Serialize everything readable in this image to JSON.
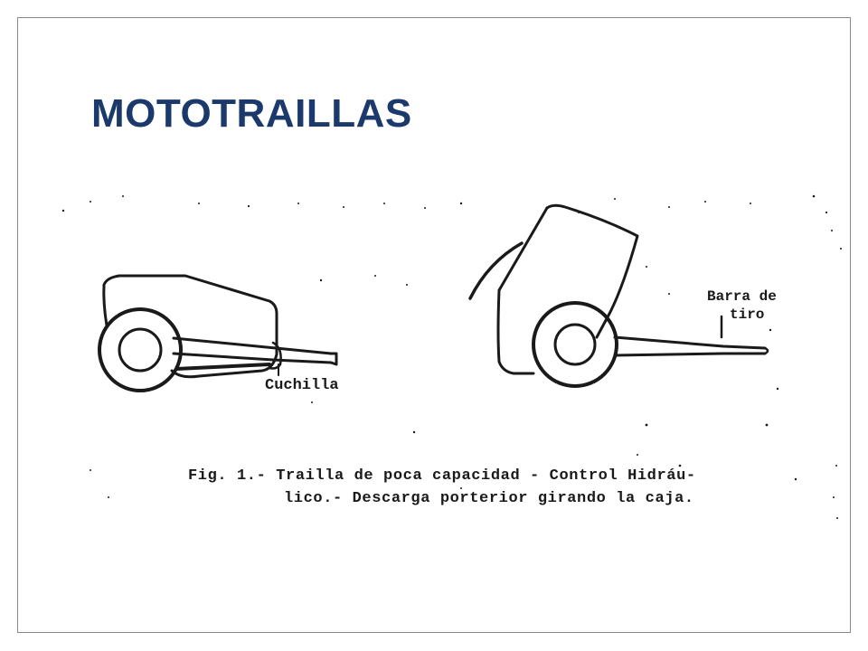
{
  "slide": {
    "title": "MOTOTRAILLAS"
  },
  "figure": {
    "label_blade": "Cuchilla",
    "label_drawbar_line1": "Barra de",
    "label_drawbar_line2": "tiro",
    "caption_line1": "Fig. 1.- Trailla de poca capacidad - Control Hidráu-",
    "caption_line2": "lico.- Descarga porterior girando la caja."
  },
  "colors": {
    "title": "#1b3a6b",
    "frame": "#8a8a8a",
    "ink": "#1a1a1a"
  }
}
